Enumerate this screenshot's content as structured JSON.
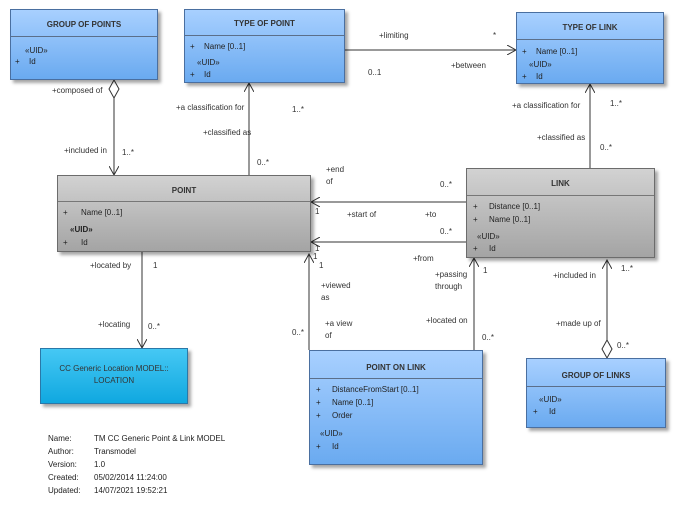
{
  "classes": {
    "group_of_points": {
      "title": "GROUP OF POINTS",
      "stereotype": "«UID»",
      "vis": "+",
      "attr": "Id"
    },
    "type_of_point": {
      "title": "TYPE OF POINT",
      "vis1": "+",
      "attr1": "Name [0..1]",
      "stereotype": "«UID»",
      "vis2": "+",
      "attr2": "Id"
    },
    "type_of_link": {
      "title": "TYPE OF LINK",
      "vis1": "+",
      "attr1": "Name [0..1]",
      "stereotype": "«UID»",
      "vis2": "+",
      "attr2": "Id"
    },
    "point": {
      "title": "POINT",
      "vis1": "+",
      "attr1": "Name [0..1]",
      "stereotype": "«UID»",
      "vis2": "+",
      "attr2": "Id"
    },
    "link": {
      "title": "LINK",
      "vis1": "+",
      "attr1": "Distance [0..1]",
      "vis2": "+",
      "attr2": "Name [0..1]",
      "stereotype": "«UID»",
      "vis3": "+",
      "attr3": "Id"
    },
    "location": {
      "title_line1": "CC Generic Location MODEL::",
      "title_line2": "LOCATION"
    },
    "point_on_link": {
      "title": "POINT ON LINK",
      "vis1": "+",
      "attr1": "DistanceFromStart [0..1]",
      "vis2": "+",
      "attr2": "Name [0..1]",
      "vis3": "+",
      "attr3": "Order",
      "stereotype": "«UID»",
      "vis4": "+",
      "attr4": "Id"
    },
    "group_of_links": {
      "title": "GROUP OF LINKS",
      "stereotype": "«UID»",
      "vis": "+",
      "attr": "Id"
    }
  },
  "labels": {
    "composed_of": "+composed of",
    "included_in_pts": "+included in",
    "mult_1n_a": "1..*",
    "a_classification_for_pt": "+a classification for",
    "mult_1n_b": "1..*",
    "classified_as_pt": "+classified as",
    "mult_0n_a": "0..*",
    "limiting": "+limiting",
    "star": "*",
    "mult_01": "0..1",
    "between": "+between",
    "a_classification_for_lk": "+a classification for",
    "mult_1n_c": "1..*",
    "classified_as_lk": "+classified as",
    "mult_0n_b": "0..*",
    "end_of_1": "+end",
    "end_of_2": "of",
    "mult_0n_c": "0..*",
    "start_of": "+start of",
    "to": "+to",
    "one_a": "1",
    "mult_0n_d": "0..*",
    "one_b": "1",
    "from": "+from",
    "located_by": "+located by",
    "one_c": "1",
    "one_d": "1",
    "one_e": "1",
    "viewed_as_1": "+viewed",
    "viewed_as_2": "as",
    "passing_1": "+passing",
    "passing_2": "through",
    "one_f": "1",
    "included_in_lk": "+included in",
    "mult_1n_d": "1..*",
    "locating": "+locating",
    "mult_0n_e": "0..*",
    "a_view_of_1": "+a view",
    "a_view_of_2": "of",
    "mult_0n_f": "0..*",
    "located_on": "+located on",
    "mult_0n_g": "0..*",
    "made_up_of": "+made up of",
    "mult_0n_h": "0..*"
  },
  "meta": {
    "name_key": "Name:",
    "name_val": "TM CC Generic Point & Link MODEL",
    "author_key": "Author:",
    "author_val": "Transmodel",
    "version_key": "Version:",
    "version_val": "1.0",
    "created_key": "Created:",
    "created_val": "05/02/2014 11:24:00",
    "updated_key": "Updated:",
    "updated_val": "14/07/2021 19:52:21"
  }
}
